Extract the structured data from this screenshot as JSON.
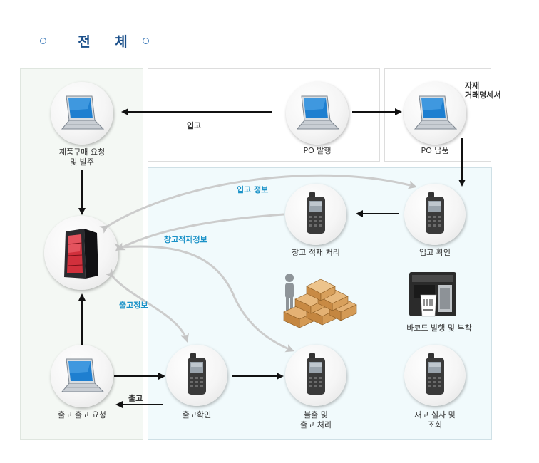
{
  "title": "전 체",
  "nodes": {
    "product_purchase": {
      "label_line1": "제품구매 요청",
      "label_line2": "및 발주"
    },
    "po_issue": {
      "label": "PO 발행"
    },
    "po_delivery": {
      "label": "PO 납품"
    },
    "server": {
      "label": ""
    },
    "warehouse_load": {
      "label": "창고 적재 처리"
    },
    "receipt_check": {
      "label": "입고 확인"
    },
    "barcode": {
      "label": "바코드 발행 및 부착"
    },
    "shipment_request": {
      "label": "출고 출고 요청"
    },
    "shipment_check": {
      "label": "출고확인"
    },
    "defect_shipment": {
      "label_line1": "불출 및",
      "label_line2": "출고 처리"
    },
    "inventory_audit": {
      "label_line1": "재고 실사 및",
      "label_line2": "조회"
    }
  },
  "edge_labels": {
    "receipt": "입고",
    "material_statement_line1": "자재",
    "material_statement_line2": "거래명세서",
    "receipt_info": "입고 정보",
    "warehouse_info": "창고적재정보",
    "shipment_info": "출고정보",
    "shipment": "출고"
  },
  "colors": {
    "title": "#1a4f8a",
    "edge_label_blue": "#1a92c8",
    "arrow": "#111111",
    "curve": "#c9c9c9"
  }
}
